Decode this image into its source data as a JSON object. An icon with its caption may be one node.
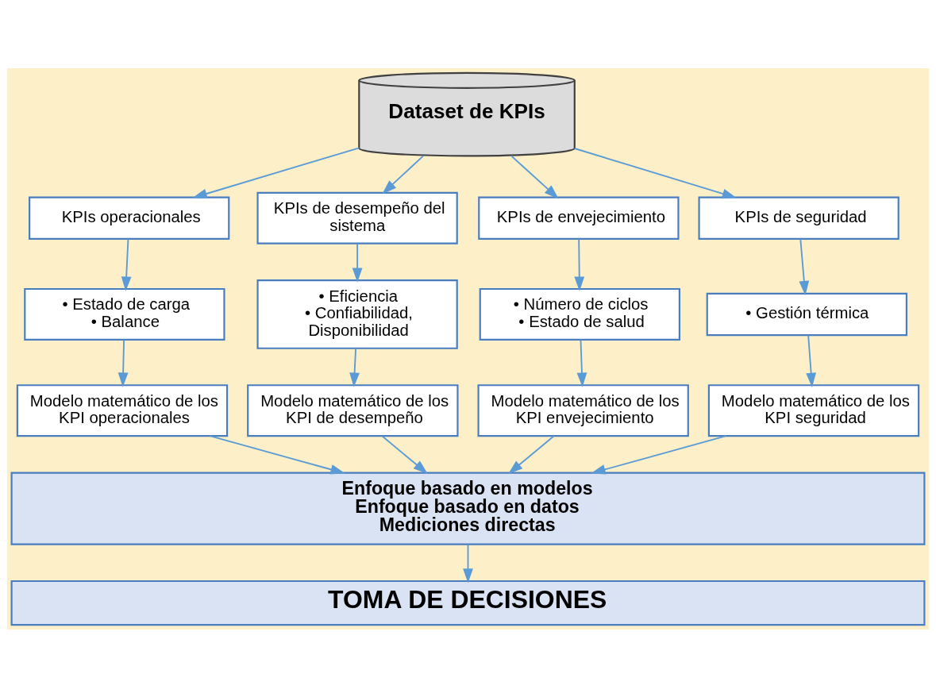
{
  "diagram": {
    "nodes": [
      {
        "text": [
          "Dataset de KPIs"
        ]
      },
      {
        "text": [
          "KPIs operacionales"
        ]
      },
      {
        "text": [
          "KPIs de desempeño del sistema"
        ]
      },
      {
        "text": [
          "KPIs de envejecimiento"
        ]
      },
      {
        "text": [
          "KPIs de seguridad"
        ]
      },
      {
        "text": [
          "• Estado de carga",
          "• Balance"
        ]
      },
      {
        "text": [
          "• Eficiencia",
          "• Confiabilidad, Disponibilidad"
        ]
      },
      {
        "text": [
          "• Número de ciclos",
          "• Estado de salud"
        ]
      },
      {
        "text": [
          "• Gestión térmica"
        ]
      },
      {
        "text": [
          "Modelo matemático de los KPI operacionales"
        ]
      },
      {
        "text": [
          "Modelo matemático de los KPI de desempeño"
        ]
      },
      {
        "text": [
          "Modelo matemático de los KPI envejecimiento"
        ]
      },
      {
        "text": [
          "Modelo matemático de los KPI seguridad"
        ]
      },
      {
        "text": [
          "Enfoque basado en modelos",
          "Enfoque basado en datos",
          "Mediciones directas"
        ]
      },
      {
        "text": [
          "TOMA DE DECISIONES"
        ]
      }
    ],
    "edges": [
      {
        "from": 0,
        "to": 1,
        "arrow": "to"
      },
      {
        "from": 0,
        "to": 2,
        "arrow": "to"
      },
      {
        "from": 0,
        "to": 3,
        "arrow": "to"
      },
      {
        "from": 0,
        "to": 4,
        "arrow": "to"
      },
      {
        "from": 1,
        "to": 5,
        "arrow": "to"
      },
      {
        "from": 2,
        "to": 6,
        "arrow": "to"
      },
      {
        "from": 3,
        "to": 7,
        "arrow": "to"
      },
      {
        "from": 4,
        "to": 8,
        "arrow": "to"
      },
      {
        "from": 5,
        "to": 9,
        "arrow": "to"
      },
      {
        "from": 6,
        "to": 10,
        "arrow": "to"
      },
      {
        "from": 7,
        "to": 11,
        "arrow": "to"
      },
      {
        "from": 8,
        "to": 12,
        "arrow": "to"
      },
      {
        "from": 9,
        "to": 13,
        "arrow": "to"
      },
      {
        "from": 10,
        "to": 13,
        "arrow": "to"
      },
      {
        "from": 11,
        "to": 13,
        "arrow": "to"
      },
      {
        "from": 12,
        "to": 13,
        "arrow": "to"
      },
      {
        "from": 13,
        "to": 14,
        "arrow": "to"
      }
    ]
  }
}
